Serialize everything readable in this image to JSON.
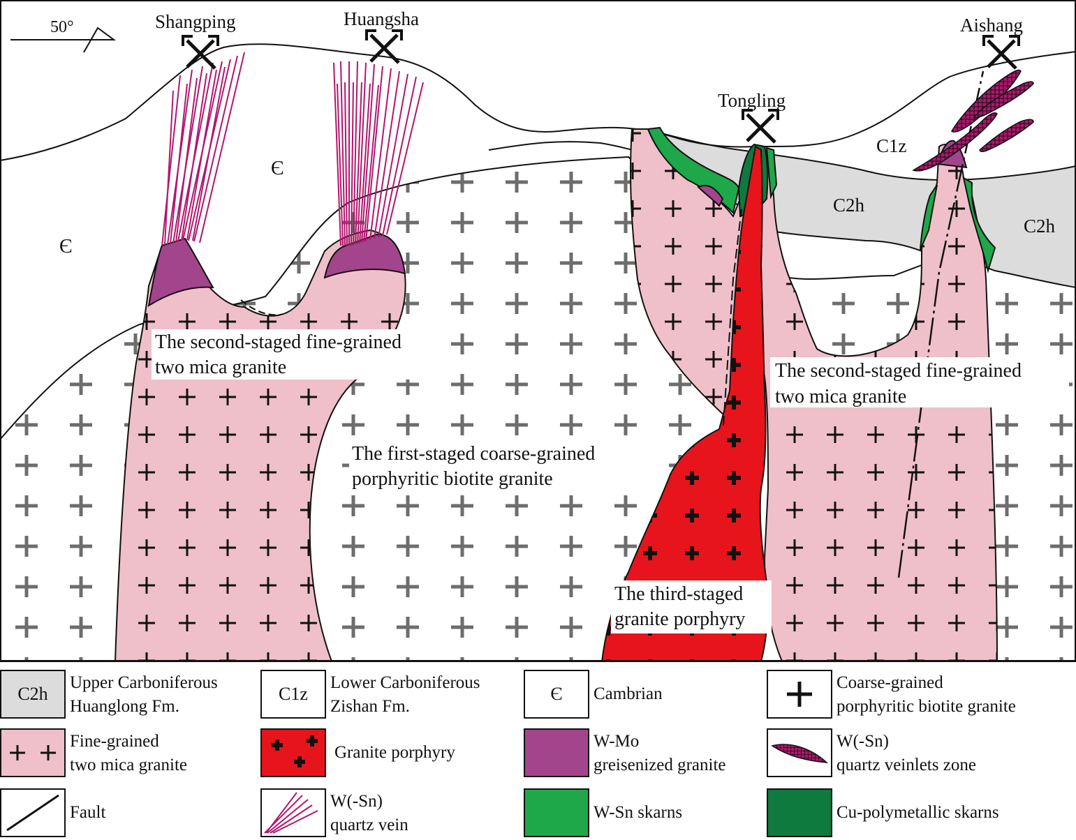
{
  "orientation": {
    "angle_label": "50°"
  },
  "mines": [
    {
      "name": "Shangping",
      "icon": "crossed-hammers-icon"
    },
    {
      "name": "Huangsha",
      "icon": "crossed-hammers-icon"
    },
    {
      "name": "Tongling",
      "icon": "crossed-hammers-icon"
    },
    {
      "name": "Aishang",
      "icon": "crossed-hammers-icon"
    }
  ],
  "strata_symbols": {
    "cambrian": "Є",
    "c1z": "C1z",
    "c2h": "C2h"
  },
  "body_labels": {
    "second_left": [
      "The second-staged fine-grained",
      " two mica granite"
    ],
    "first": [
      "The first-staged coarse-grained",
      "porphyritic biotite granite"
    ],
    "second_right": [
      "The second-staged fine-grained",
      "two mica granite"
    ],
    "third": [
      "The third-staged",
      "granite porphyry"
    ]
  },
  "legend": [
    {
      "key": "c2h",
      "text": "Upper Carboniferous\nHuanglong Fm.",
      "swatch_text": "C2h",
      "fill": "#dcdcdc"
    },
    {
      "key": "c1z",
      "text": "Lower Carboniferous\nZishan Fm.",
      "swatch_text": "C1z",
      "fill": "#ffffff"
    },
    {
      "key": "cambrian",
      "text": "Cambrian",
      "swatch_text": "Є",
      "fill": "#ffffff"
    },
    {
      "key": "coarse",
      "text": "Coarse-grained\nporphyritic biotite granite",
      "fill": "#ffffff"
    },
    {
      "key": "fine",
      "text": "Fine-grained\ntwo mica granite",
      "fill": "#efc0c9"
    },
    {
      "key": "porphyry",
      "text": "Granite porphyry",
      "fill": "#e8141c"
    },
    {
      "key": "greisen",
      "text": "W-Mo\ngreisenized granite",
      "fill": "#a3458c"
    },
    {
      "key": "veinlets",
      "text": "W(-Sn)\nquartz veinlets zone",
      "fill": "#ffffff"
    },
    {
      "key": "fault",
      "text": "Fault",
      "fill": "#ffffff"
    },
    {
      "key": "vein",
      "text": "W(-Sn)\nquartz vein",
      "fill": "#ffffff"
    },
    {
      "key": "wsn_skarn",
      "text": "W-Sn skarns",
      "fill": "#1ea84a"
    },
    {
      "key": "cu_skarn",
      "text": "Cu-polymetallic skarns",
      "fill": "#0f7a3e"
    }
  ],
  "colors": {
    "fine_granite": "#efc0c9",
    "porphyry": "#e8141c",
    "greisen": "#a3458c",
    "wsn_skarn": "#1ea84a",
    "cu_skarn": "#0f7a3e",
    "c2h": "#dcdcdc",
    "vein": "#b0166e",
    "gray_cross": "#6d6d6d"
  }
}
